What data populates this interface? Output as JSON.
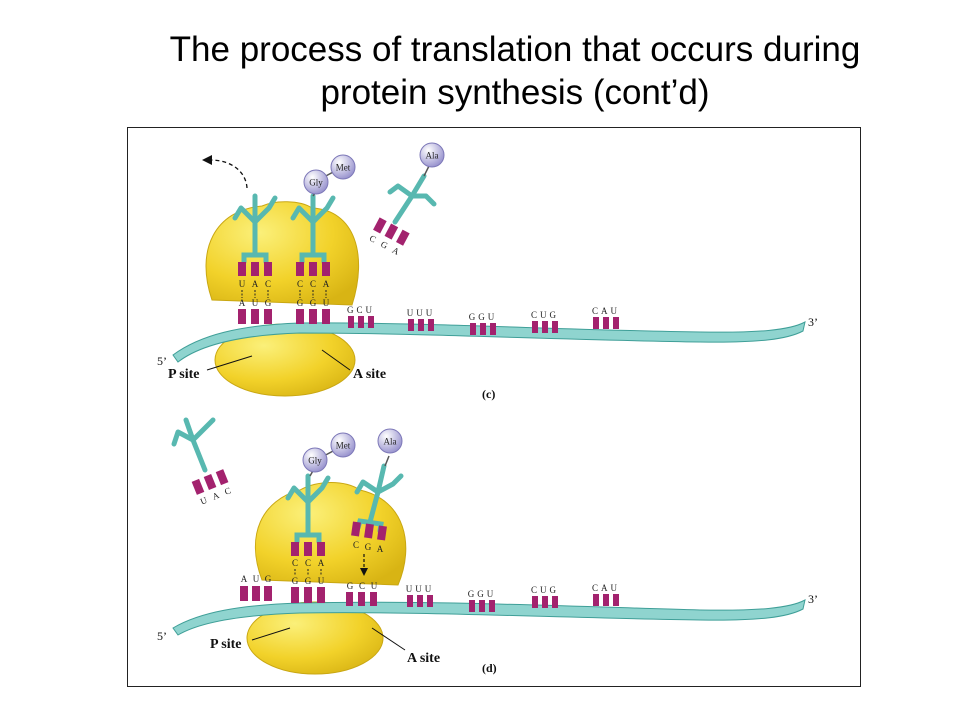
{
  "slide": {
    "title_line1": "The process of translation that occurs during",
    "title_line2": "protein synthesis (cont’d)"
  },
  "colors": {
    "ribosome": "#f2d22a",
    "mrna": "#8fd4cf",
    "trna": "#58b8b0",
    "codon_bars": "#a3226e",
    "amino_acid": "#b7b3e0"
  },
  "panel_c": {
    "label": "(c)",
    "p_site": "P site",
    "a_site": "A site",
    "five_prime": "5’",
    "three_prime": "3’",
    "amino_met": "Met",
    "amino_gly": "Gly",
    "amino_ala": "Ala",
    "p_anticodon": [
      "U",
      "A",
      "C"
    ],
    "p_codon": [
      "A",
      "U",
      "G"
    ],
    "a_anticodon": [
      "C",
      "C",
      "A"
    ],
    "a_codon": [
      "G",
      "G",
      "U"
    ],
    "incoming_anticodon": [
      "C",
      "G",
      "A"
    ],
    "codons": [
      "GCU",
      "UUU",
      "GGU",
      "CUG",
      "CAU"
    ]
  },
  "panel_d": {
    "label": "(d)",
    "p_site": "P site",
    "a_site": "A site",
    "five_prime": "5’",
    "three_prime": "3’",
    "amino_met": "Met",
    "amino_gly": "Gly",
    "amino_ala": "Ala",
    "released_anticodon": [
      "U",
      "A",
      "C"
    ],
    "exit_codon": [
      "A",
      "U",
      "G"
    ],
    "p_anticodon": [
      "C",
      "C",
      "A"
    ],
    "p_codon": [
      "G",
      "G",
      "U"
    ],
    "incoming_anticodon": [
      "C",
      "G",
      "A"
    ],
    "a_codon": [
      "G",
      "C",
      "U"
    ],
    "codons": [
      "UUU",
      "GGU",
      "CUG",
      "CAU"
    ]
  }
}
